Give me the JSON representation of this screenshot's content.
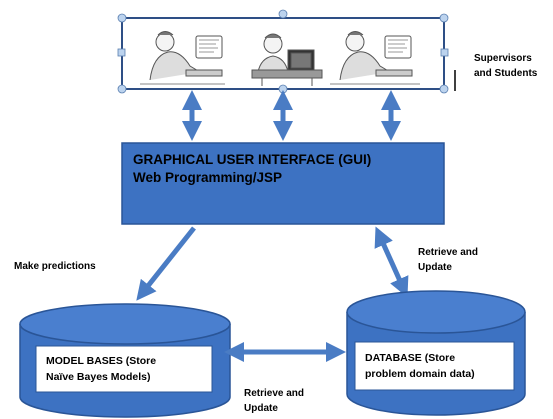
{
  "actors_label": [
    "Supervisors",
    "and Students"
  ],
  "gui": {
    "title": "GRAPHICAL USER INTERFACE (GUI)",
    "subtitle": "Web Programming/JSP"
  },
  "model_bases": [
    "MODEL BASES (Store",
    "Naïve Bayes Models)"
  ],
  "database": [
    "DATABASE  (Store",
    "problem domain data)"
  ],
  "make_predictions": "Make predictions",
  "retrieve_update_db": [
    "Retrieve and",
    "Update"
  ],
  "retrieve_update_models": [
    "Retrieve and",
    "Update"
  ],
  "colors": {
    "box_fill": "#3d72c2",
    "box_stroke": "#2a5597",
    "arrow": "#4a7cc4",
    "handle": "#bcd3ee"
  },
  "icons": [
    "user-at-computer-icon",
    "user-at-computer-icon",
    "user-at-computer-icon"
  ]
}
